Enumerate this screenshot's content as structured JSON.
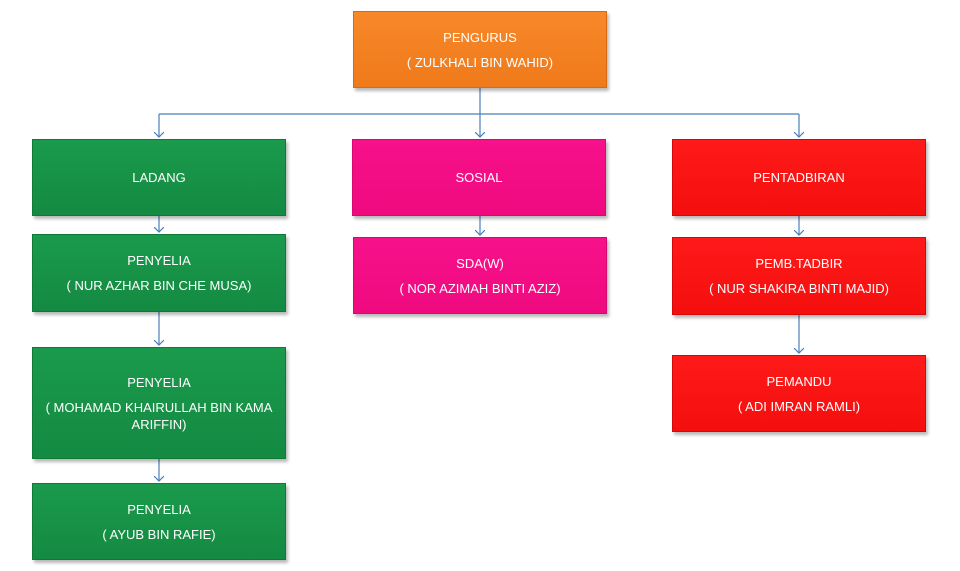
{
  "colors": {
    "root": "#f47f20",
    "ladang": "#159147",
    "sosial": "#f40e84",
    "pentadbiran": "#fb1212",
    "connector": "#4a7ebb"
  },
  "root": {
    "title": "PENGURUS",
    "name": "( ZULKHALI BIN WAHID)"
  },
  "ladang": {
    "title": "LADANG",
    "staff": [
      {
        "title": "PENYELIA",
        "name": "( NUR AZHAR BIN CHE MUSA)"
      },
      {
        "title": "PENYELIA",
        "name": "( MOHAMAD  KHAIRULLAH BIN KAMA ARIFFIN)"
      },
      {
        "title": "PENYELIA",
        "name": "( AYUB BIN RAFIE)"
      }
    ]
  },
  "sosial": {
    "title": "SOSIAL",
    "staff": [
      {
        "title": "SDA(W)",
        "name": "( NOR AZIMAH BINTI AZIZ)"
      }
    ]
  },
  "pentadbiran": {
    "title": "PENTADBIRAN",
    "staff": [
      {
        "title": "PEMB.TADBIR",
        "name": "( NUR SHAKIRA BINTI MAJID)"
      },
      {
        "title": "PEMANDU",
        "name": "( ADI IMRAN RAMLI)"
      }
    ]
  }
}
